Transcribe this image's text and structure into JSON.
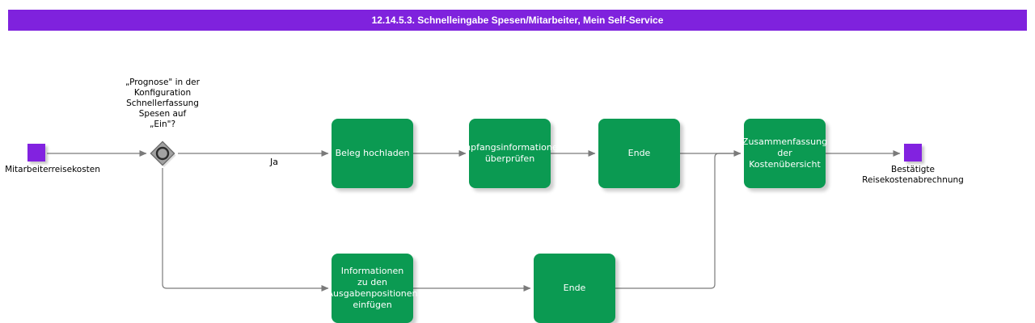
{
  "header": {
    "title": "12.14.5.3. Schnelleingabe Spesen/Mitarbeiter, Mein Self-Service",
    "bar_color": "#7f22dd",
    "text_color": "#ffffff"
  },
  "colors": {
    "task_fill": "#0b9a52",
    "event_fill": "#8222e0",
    "gateway_fill": "#9a9a9a",
    "edge_stroke": "#7a7a7a",
    "canvas_background": "#ffffff"
  },
  "diagram": {
    "type": "bpmn-process-flow",
    "start_event": {
      "name": "start-event",
      "label": "Mitarbeiterreisekosten",
      "shape": "square"
    },
    "gateway": {
      "name": "gateway-prognose",
      "label": "„Prognose\" in der Konfiguration Schnellerfassung Spesen auf „Ein\"?",
      "label_lines": [
        "„Prognose\" in der",
        "Konfiguration",
        "Schnellerfassung",
        "Spesen auf",
        "„Ein\"?"
      ],
      "shape": "diamond-with-circle"
    },
    "tasks": [
      {
        "name": "task-beleg-hochladen",
        "label": "Beleg hochladen",
        "lines": [
          "Beleg hochladen"
        ],
        "branch": "upper"
      },
      {
        "name": "task-empfangsinformationen-ueberpruefen",
        "label": "Empfangsinformationen überprüfen",
        "lines": [
          "Empfangsinformationen",
          "überprüfen"
        ],
        "branch": "upper"
      },
      {
        "name": "task-ende-upper",
        "label": "Ende",
        "lines": [
          "Ende"
        ],
        "branch": "upper"
      },
      {
        "name": "task-zusammenfassung-kostenuebersicht",
        "label": "Zusammenfassung der Kostenübersicht",
        "lines": [
          "Zusammenfassung",
          "der",
          "Kostenübersicht"
        ],
        "branch": "merge"
      },
      {
        "name": "task-informationen-ausgabenpositionen",
        "label": "Informationen zu den Ausgabenpositionen einfügen",
        "lines": [
          "Informationen",
          "zu den",
          "Ausgabenpositionen",
          "einfügen"
        ],
        "branch": "lower"
      },
      {
        "name": "task-ende-lower",
        "label": "Ende",
        "lines": [
          "Ende"
        ],
        "branch": "lower"
      }
    ],
    "end_event": {
      "name": "end-event",
      "label": "Bestätigte Reisekostenabrechnung",
      "label_lines": [
        "Bestätigte",
        "Reisekostenabrechnung"
      ],
      "shape": "square"
    },
    "edge_labels": [
      {
        "name": "edge-label-ja",
        "label": "Ja"
      }
    ]
  }
}
